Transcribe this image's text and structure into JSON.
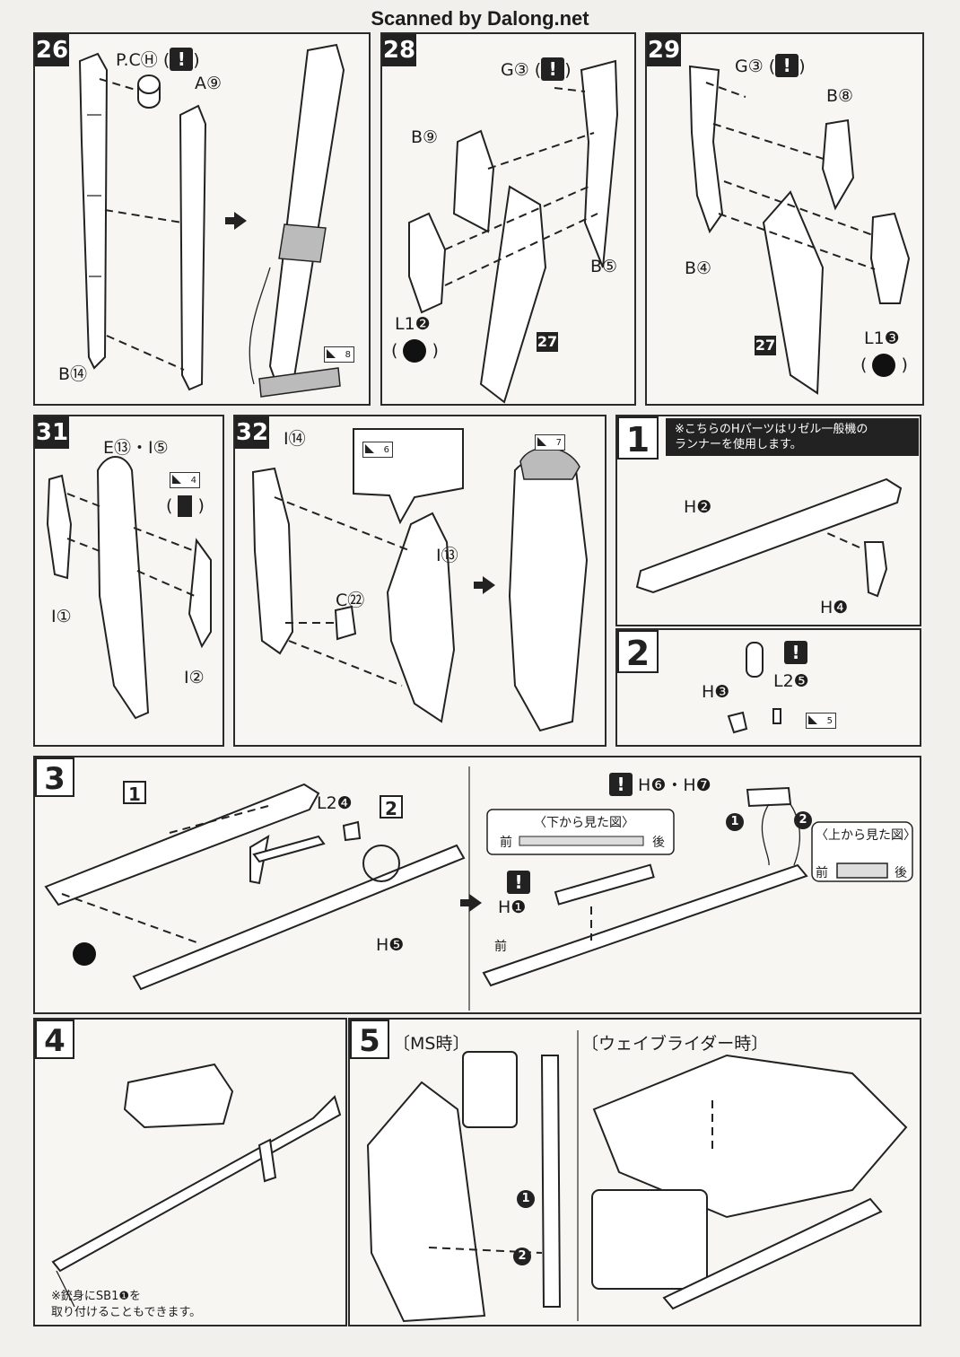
{
  "header": {
    "watermark": "Scanned by Dalong.net"
  },
  "steps": {
    "s26": {
      "number": "26",
      "labels": {
        "pc": "P.CⒽ",
        "a": "A⑨",
        "b": "B⑭"
      },
      "sticker": "8"
    },
    "s28": {
      "number": "28",
      "labels": {
        "g": "G③",
        "b9": "B⑨",
        "b5": "B⑤",
        "l1": "L1❷",
        "ref": "27"
      }
    },
    "s29": {
      "number": "29",
      "labels": {
        "g": "G③",
        "b8": "B⑧",
        "b4": "B④",
        "l1": "L1❸",
        "ref": "27"
      }
    },
    "s31": {
      "number": "31",
      "labels": {
        "ei": "E⑬・I⑤",
        "i1": "I①",
        "i2": "I②"
      },
      "sticker": "4"
    },
    "s32": {
      "number": "32",
      "labels": {
        "i14": "I⑭",
        "c": "C㉒",
        "i13": "I⑬"
      },
      "sticker_a": "6",
      "sticker_b": "7"
    },
    "s1": {
      "number": "1",
      "note": "※こちらのHパーツはリゼル一般機の\nランナーを使用します。",
      "labels": {
        "h2": "H❷",
        "h4": "H❹"
      }
    },
    "s2": {
      "number": "2",
      "labels": {
        "h3": "H❸",
        "l2": "L2❺"
      },
      "sticker": "5"
    },
    "s3": {
      "number": "3",
      "labels": {
        "ref1": "1",
        "ref2": "2",
        "l2": "L2❹",
        "h5": "H❺",
        "h1": "H❶",
        "h67": "H❻・H❼",
        "bottom_view": "〈下から見た図〉",
        "top_view": "〈上から見た図〉",
        "front": "前",
        "back": "後",
        "front2": "前",
        "back2": "後",
        "front3": "前",
        "step1": "1",
        "step2": "2"
      }
    },
    "s4": {
      "number": "4",
      "note": "※銃身にSB1❶を\n取り付けることもできます。"
    },
    "s5": {
      "number": "5",
      "labels": {
        "ms": "〔MS時〕",
        "wr": "〔ウェイブライダー時〕",
        "step1": "1",
        "step2": "2"
      }
    }
  }
}
